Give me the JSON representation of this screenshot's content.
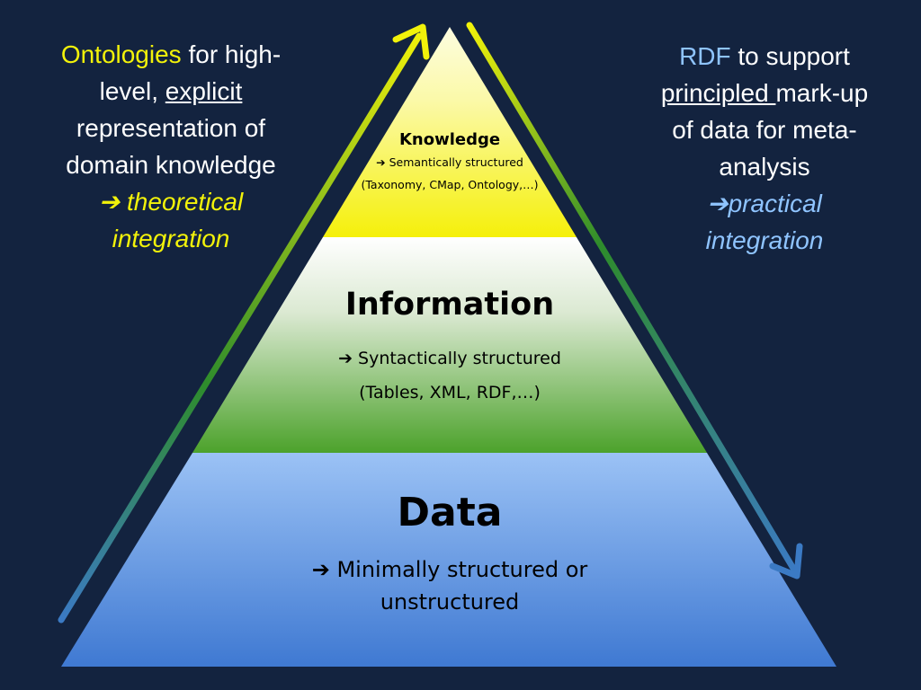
{
  "colors": {
    "background": "#13233f",
    "knowledge_fill_top": "#fdfde0",
    "knowledge_fill_bottom": "#f5f00a",
    "information_fill_top": "#ffffff",
    "information_fill_bottom": "#4ca22b",
    "data_fill_top": "#9bc2f5",
    "data_fill_bottom": "#3f79d2",
    "arrow_bottom": "#3b7ac4",
    "arrow_middle": "#2e8c2c",
    "arrow_top": "#f2f20a"
  },
  "left_text": {
    "highlight": "Ontologies",
    "line1_rest": " for high-",
    "line2_pre": "level, ",
    "line2_underline": "explicit",
    "line3": "representation of",
    "line4": "domain knowledge",
    "arrow_glyph": "➔",
    "conclusion_line1": " theoretical",
    "conclusion_line2": "integration"
  },
  "right_text": {
    "highlight": "RDF",
    "line1_rest": " to support",
    "line2_underline": "principled ",
    "line2_rest": "mark-up",
    "line3": "of data for meta-",
    "line4": "analysis",
    "arrow_glyph": "➔",
    "conclusion_line1": "practical",
    "conclusion_line2": "integration"
  },
  "pyramid": {
    "knowledge": {
      "title": "Knowledge",
      "description": "➔ Semantically structured",
      "examples": "(Taxonomy, CMap, Ontology,…)"
    },
    "information": {
      "title": "Information",
      "description": "➔ Syntactically structured",
      "examples": "(Tables, XML, RDF,…)"
    },
    "data": {
      "title": "Data",
      "description_line1": "➔ Minimally structured or",
      "description_line2": "unstructured"
    }
  }
}
